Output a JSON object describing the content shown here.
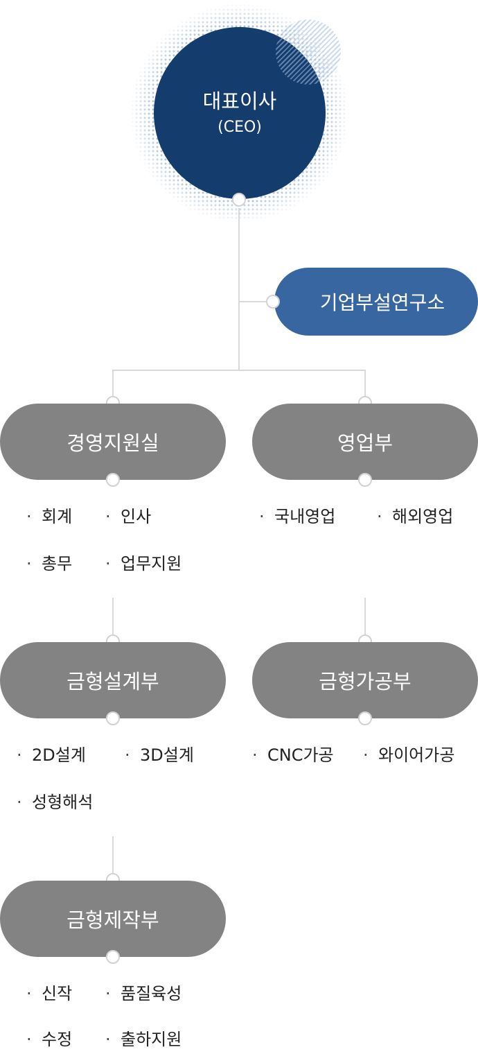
{
  "ceo": {
    "title": "대표이사",
    "subtitle": "(CEO)"
  },
  "lab": {
    "label": "기업부설연구소"
  },
  "departments": [
    {
      "name": "경영지원실",
      "items": [
        "회계",
        "인사",
        "총무",
        "업무지원"
      ]
    },
    {
      "name": "영업부",
      "items": [
        "국내영업",
        "해외영업"
      ]
    },
    {
      "name": "금형설계부",
      "items": [
        "2D설계",
        "3D설계",
        "성형해석"
      ]
    },
    {
      "name": "금형가공부",
      "items": [
        "CNC가공",
        "와이어가공"
      ]
    },
    {
      "name": "금형제작부",
      "items": [
        "신작",
        "품질육성",
        "수정",
        "출하지원"
      ]
    }
  ],
  "bullet": "·",
  "colors": {
    "ceo": "#143c6c",
    "lab": "#3866a1",
    "department": "#838383",
    "connector": "#d9d9d9"
  }
}
